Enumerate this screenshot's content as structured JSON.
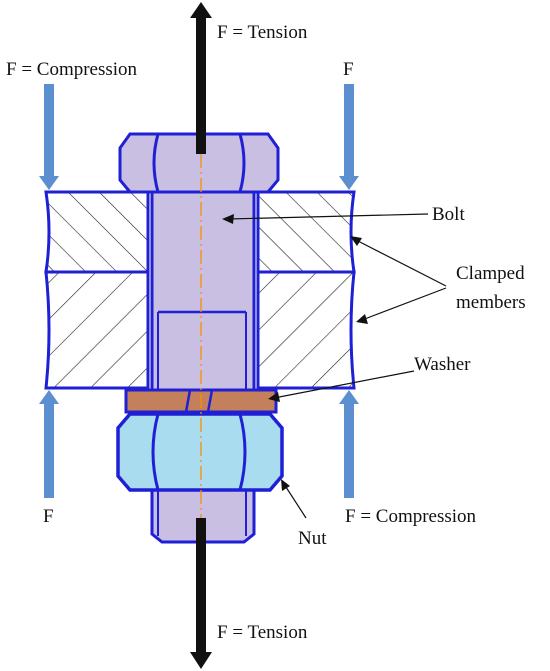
{
  "labels": {
    "tension_top": "F = Tension",
    "tension_bottom": "F = Tension",
    "compression_top_left": "F = Compression",
    "compression_top_right": "F",
    "compression_bottom_left": "F",
    "compression_bottom_right": "F = Compression",
    "bolt": "Bolt",
    "clamped_line1": "Clamped",
    "clamped_line2": "members",
    "washer": "Washer",
    "nut": "Nut"
  },
  "colors": {
    "outline": "#1f1fd6",
    "bolt_fill": "#c8bfe2",
    "nut_fill": "#a9dcef",
    "washer_fill": "#c3805a",
    "arrow_blue": "#5b8fd0",
    "arrow_black": "#111111",
    "centerline": "#ff8c00",
    "hatch": "#222222"
  }
}
